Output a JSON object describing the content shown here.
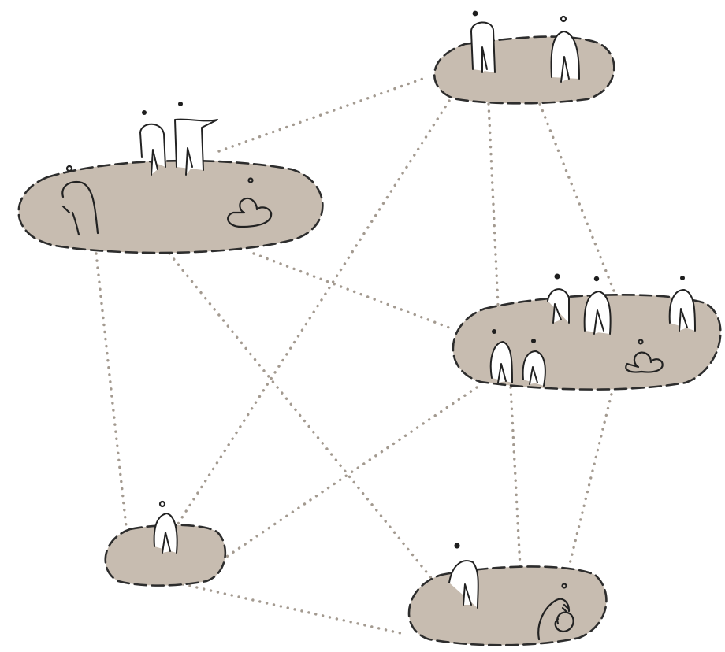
{
  "diagram": {
    "background": "#ffffff",
    "island_fill": "#c7bcb0",
    "island_outline": "#2d2d2d",
    "link_color": "#a39a90",
    "figure_color": "#222222",
    "islands": [
      {
        "id": "top-right",
        "people": 2
      },
      {
        "id": "upper-left",
        "people": 4
      },
      {
        "id": "middle-right",
        "people": 6
      },
      {
        "id": "lower-left",
        "people": 1
      },
      {
        "id": "bottom-right",
        "people": 2
      }
    ],
    "connections": [
      [
        "upper-left",
        "top-right"
      ],
      [
        "upper-left",
        "middle-right"
      ],
      [
        "upper-left",
        "lower-left"
      ],
      [
        "upper-left",
        "bottom-right"
      ],
      [
        "top-right",
        "middle-right"
      ],
      [
        "top-right",
        "lower-left"
      ],
      [
        "middle-right",
        "lower-left"
      ],
      [
        "middle-right",
        "bottom-right"
      ],
      [
        "lower-left",
        "bottom-right"
      ]
    ]
  }
}
